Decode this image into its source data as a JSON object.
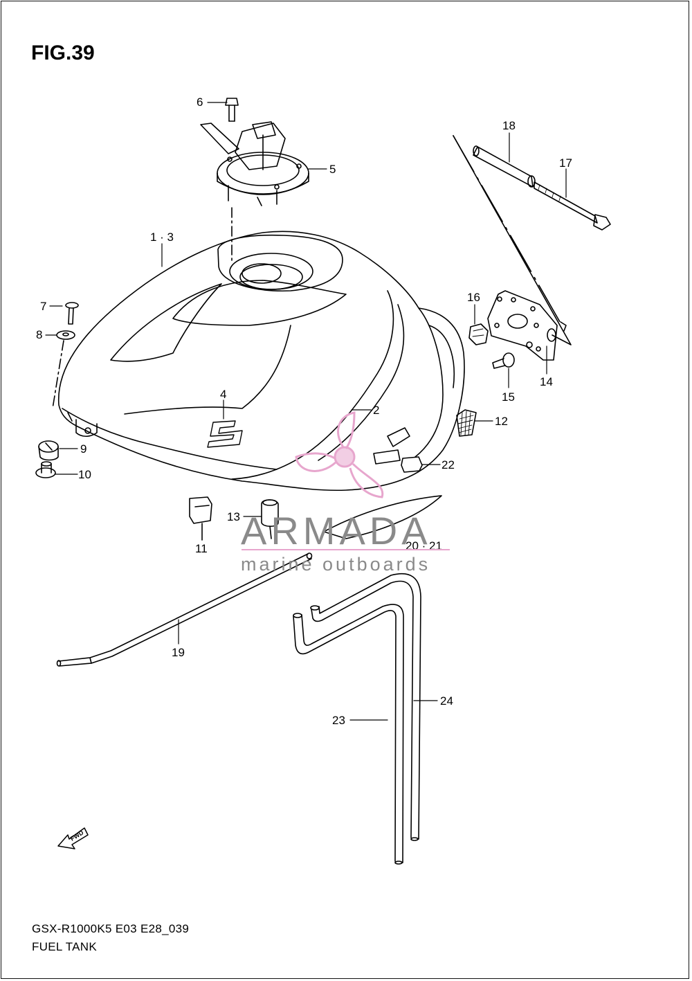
{
  "figure": {
    "title": "FIG.39",
    "model_code": "GSX-R1000K5 E03 E28_039",
    "caption": "FUEL TANK"
  },
  "callouts": {
    "c1_3": "1 · 3",
    "c2": "2",
    "c4": "4",
    "c5": "5",
    "c6": "6",
    "c7": "7",
    "c8": "8",
    "c9": "9",
    "c10": "10",
    "c11": "11",
    "c12": "12",
    "c13": "13",
    "c14": "14",
    "c15": "15",
    "c16": "16",
    "c17": "17",
    "c18": "18",
    "c19": "19",
    "c20_21": "20 · 21",
    "c22": "22",
    "c23": "23",
    "c24": "24"
  },
  "direction_marker": {
    "text": "FWD"
  },
  "watermark": {
    "brand": "ARMADA",
    "tagline": "marine outboards",
    "color_logo": "#e7a6cd",
    "color_text": "#8a8a8a"
  }
}
